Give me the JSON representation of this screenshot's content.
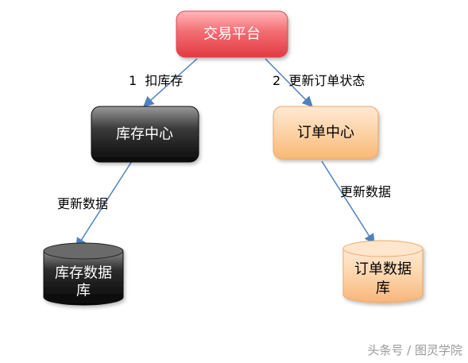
{
  "nodes": {
    "platform": {
      "label": "交易平台"
    },
    "inventory_center": {
      "label": "库存中心"
    },
    "order_center": {
      "label": "订单中心"
    },
    "inventory_db": {
      "label_line1": "库存数据",
      "label_line2": "库"
    },
    "order_db": {
      "label_line1": "订单数据",
      "label_line2": "库"
    }
  },
  "edges": {
    "deduct_stock": {
      "label": "1  扣库存"
    },
    "update_order_status": {
      "label": "2  更新订单状态"
    },
    "inventory_update_data": {
      "label": "更新数据"
    },
    "order_update_data": {
      "label": "更新数据"
    }
  },
  "watermark": {
    "text": "头条号 / 图灵学院"
  },
  "colors": {
    "platform_fill": "#f26d72",
    "inventory_center_fill": "#3a3a3a",
    "order_center_fill": "#fcd2a6",
    "arrow": "#4f81bd"
  }
}
